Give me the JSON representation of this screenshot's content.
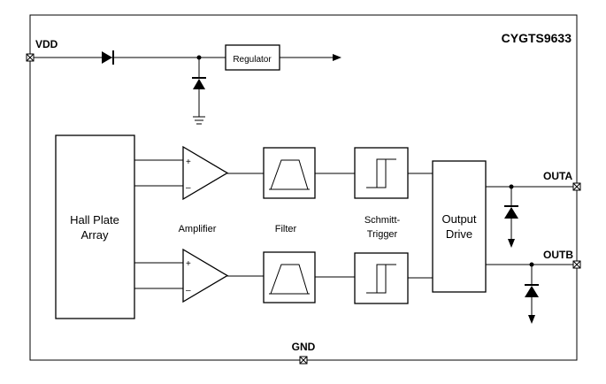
{
  "chip": {
    "name": "CYGTS9633"
  },
  "pins": {
    "vdd": "VDD",
    "gnd": "GND",
    "outa": "OUTA",
    "outb": "OUTB"
  },
  "blocks": {
    "regulator": "Regulator",
    "hall_line1": "Hall Plate",
    "hall_line2": "Array",
    "amplifier": "Amplifier",
    "filter": "Filter",
    "schmitt_line1": "Schmitt-",
    "schmitt_line2": "Trigger",
    "output_line1": "Output",
    "output_line2": "Drive"
  },
  "signs": {
    "plus": "+",
    "minus": "–"
  }
}
